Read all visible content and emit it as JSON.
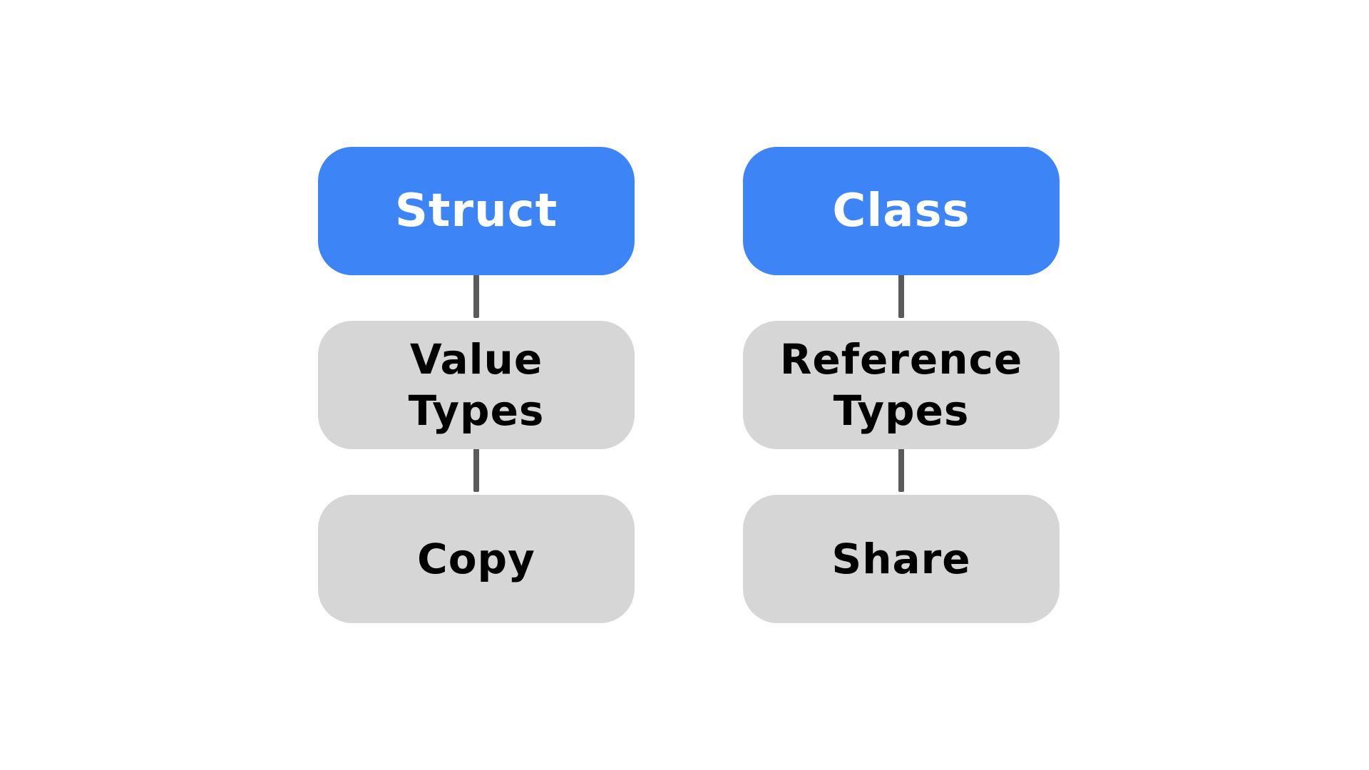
{
  "columns": [
    {
      "header": "Struct",
      "level2": "Value Types",
      "level3": "Copy"
    },
    {
      "header": "Class",
      "level2": "Reference Types",
      "level3": "Share"
    }
  ],
  "colors": {
    "header_fill": "#3d84f7",
    "header_text": "#ffffff",
    "node_fill": "#d6d6d6",
    "node_text": "#000000",
    "connector": "#5b5b5b",
    "background": "#ffffff"
  }
}
